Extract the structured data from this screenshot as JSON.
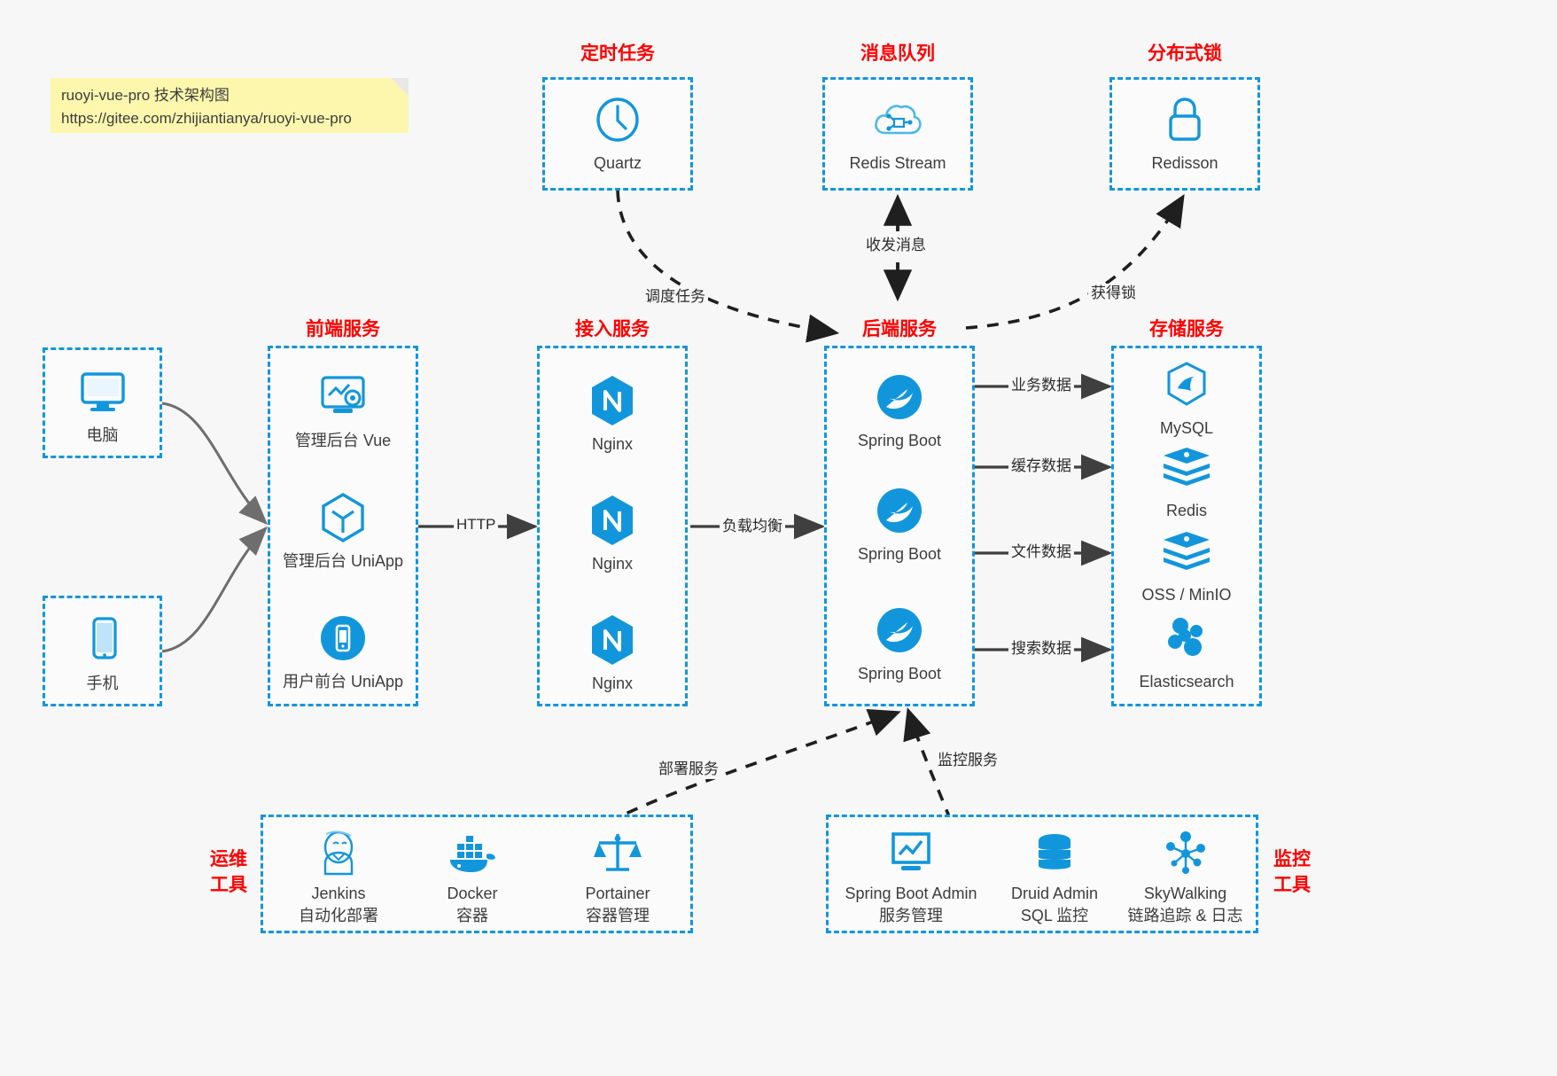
{
  "note": {
    "line1": "ruoyi-vue-pro 技术架构图",
    "line2": "https://gitee.com/zhijiantianya/ruoyi-vue-pro"
  },
  "colors": {
    "accent": "#1296db",
    "header": "#ff0000",
    "note_bg": "#fdf7ae",
    "canvas": "#f7f7f7"
  },
  "groups": {
    "scheduler": {
      "title": "定时任务",
      "nodes": [
        {
          "label": "Quartz",
          "icon": "clock-icon"
        }
      ]
    },
    "mq": {
      "title": "消息队列",
      "nodes": [
        {
          "label": "Redis Stream",
          "icon": "cloud-stream-icon"
        }
      ]
    },
    "lock": {
      "title": "分布式锁",
      "nodes": [
        {
          "label": "Redisson",
          "icon": "lock-icon"
        }
      ]
    },
    "frontend": {
      "title": "前端服务",
      "nodes": [
        {
          "label": "管理后台 Vue",
          "icon": "dashboard-gear-icon"
        },
        {
          "label": "管理后台 UniApp",
          "icon": "cube-icon"
        },
        {
          "label": "用户前台 UniApp",
          "icon": "mobile-app-icon"
        }
      ]
    },
    "gateway": {
      "title": "接入服务",
      "nodes": [
        {
          "label": "Nginx",
          "icon": "nginx-icon"
        },
        {
          "label": "Nginx",
          "icon": "nginx-icon"
        },
        {
          "label": "Nginx",
          "icon": "nginx-icon"
        }
      ]
    },
    "backend": {
      "title": "后端服务",
      "nodes": [
        {
          "label": "Spring Boot",
          "icon": "spring-boot-icon"
        },
        {
          "label": "Spring Boot",
          "icon": "spring-boot-icon"
        },
        {
          "label": "Spring Boot",
          "icon": "spring-boot-icon"
        }
      ]
    },
    "storage": {
      "title": "存储服务",
      "nodes": [
        {
          "label": "MySQL",
          "icon": "mysql-icon"
        },
        {
          "label": "Redis",
          "icon": "redis-icon"
        },
        {
          "label": "OSS / MinIO",
          "icon": "oss-minio-icon"
        },
        {
          "label": "Elasticsearch",
          "icon": "elasticsearch-icon"
        }
      ]
    },
    "devops": {
      "title": "运维\n工具",
      "title_line1": "运维",
      "title_line2": "工具",
      "nodes": [
        {
          "label": "Jenkins",
          "sub": "自动化部署",
          "icon": "jenkins-icon"
        },
        {
          "label": "Docker",
          "sub": "容器",
          "icon": "docker-icon"
        },
        {
          "label": "Portainer",
          "sub": "容器管理",
          "icon": "portainer-scale-icon"
        }
      ]
    },
    "monitor": {
      "title_line1": "监控",
      "title_line2": "工具",
      "nodes": [
        {
          "label": "Spring Boot Admin",
          "sub": "服务管理",
          "icon": "monitor-chart-icon"
        },
        {
          "label": "Druid Admin",
          "sub": "SQL 监控",
          "icon": "database-icon"
        },
        {
          "label": "SkyWalking",
          "sub": "链路追踪 & 日志",
          "icon": "skywalking-icon"
        }
      ]
    },
    "clients": {
      "nodes": [
        {
          "label": "电脑",
          "icon": "desktop-icon"
        },
        {
          "label": "手机",
          "icon": "phone-icon"
        }
      ]
    }
  },
  "edges": {
    "schedule_task": "调度任务",
    "send_receive_msg": "收发消息",
    "acquire_lock": "获得锁",
    "http": "HTTP",
    "load_balance": "负载均衡",
    "business_data": "业务数据",
    "cache_data": "缓存数据",
    "file_data": "文件数据",
    "search_data": "搜索数据",
    "deploy_service": "部署服务",
    "monitor_service": "监控服务"
  }
}
